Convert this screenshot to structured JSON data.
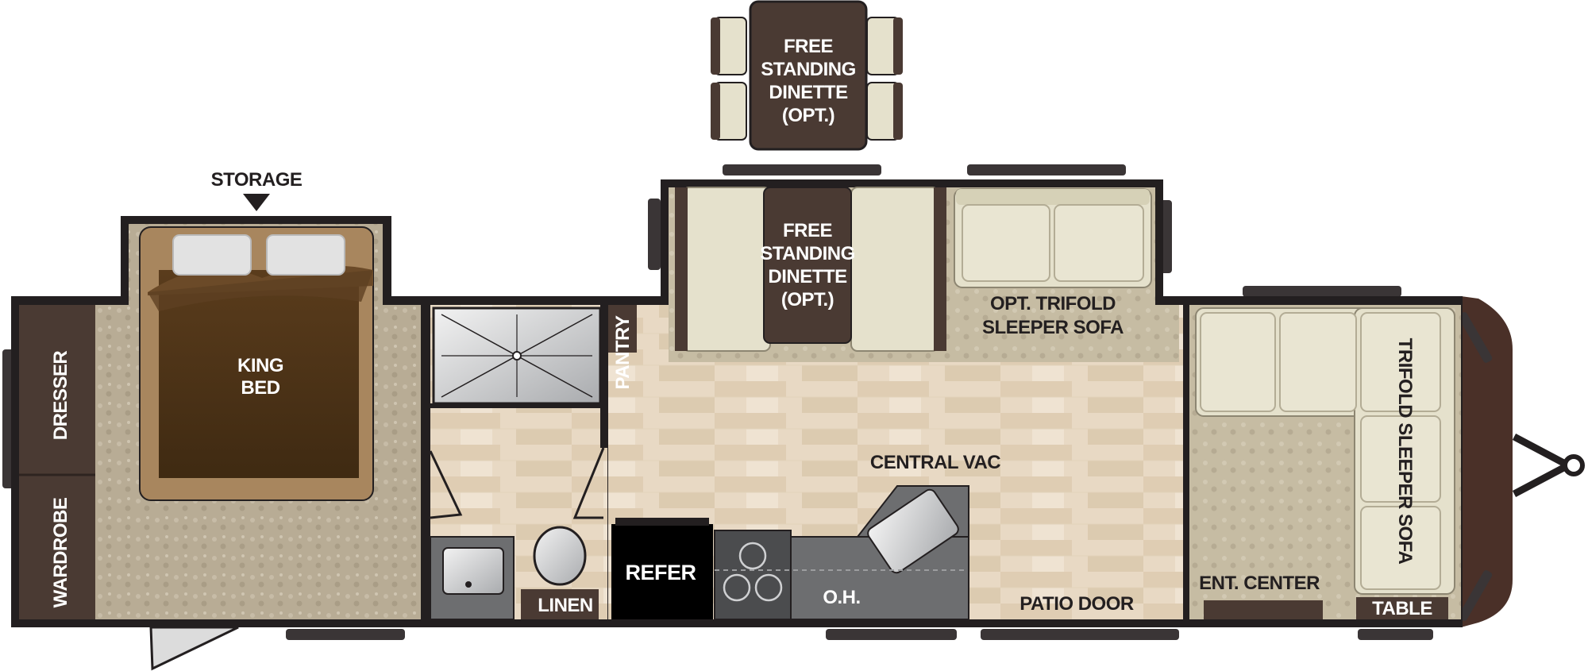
{
  "labels": {
    "storage": "STORAGE",
    "king_bed_1": "KING",
    "king_bed_2": "BED",
    "dresser": "DRESSER",
    "wardrobe": "WARDROBE",
    "pantry": "PANTRY",
    "linen": "LINEN",
    "refer": "REFER",
    "oh": "O.H.",
    "central_vac": "CENTRAL VAC",
    "patio_door": "PATIO DOOR",
    "ent_center": "ENT. CENTER",
    "table": "TABLE",
    "trifold_sofa_side": "TRIFOLD SLEEPER SOFA",
    "opt_sofa_1": "OPT. TRIFOLD",
    "opt_sofa_2": "SLEEPER SOFA",
    "dinette_top": [
      "FREE",
      "STANDING",
      "DINETTE",
      "(OPT.)"
    ],
    "dinette_slide": [
      "FREE",
      "STANDING",
      "DINETTE",
      "(OPT.)"
    ]
  },
  "colors": {
    "wall": "#231f20",
    "carpet": "#b9ad96",
    "wood_light": "#e8d9c4",
    "wood_mid": "#d9c6ab",
    "bed_dark": "#4b3217",
    "bed_frame": "#a8865e",
    "cushion": "#e5e1cc",
    "cabinet_dark": "#4a3a33",
    "appliance_gray": "#6d6e70"
  }
}
